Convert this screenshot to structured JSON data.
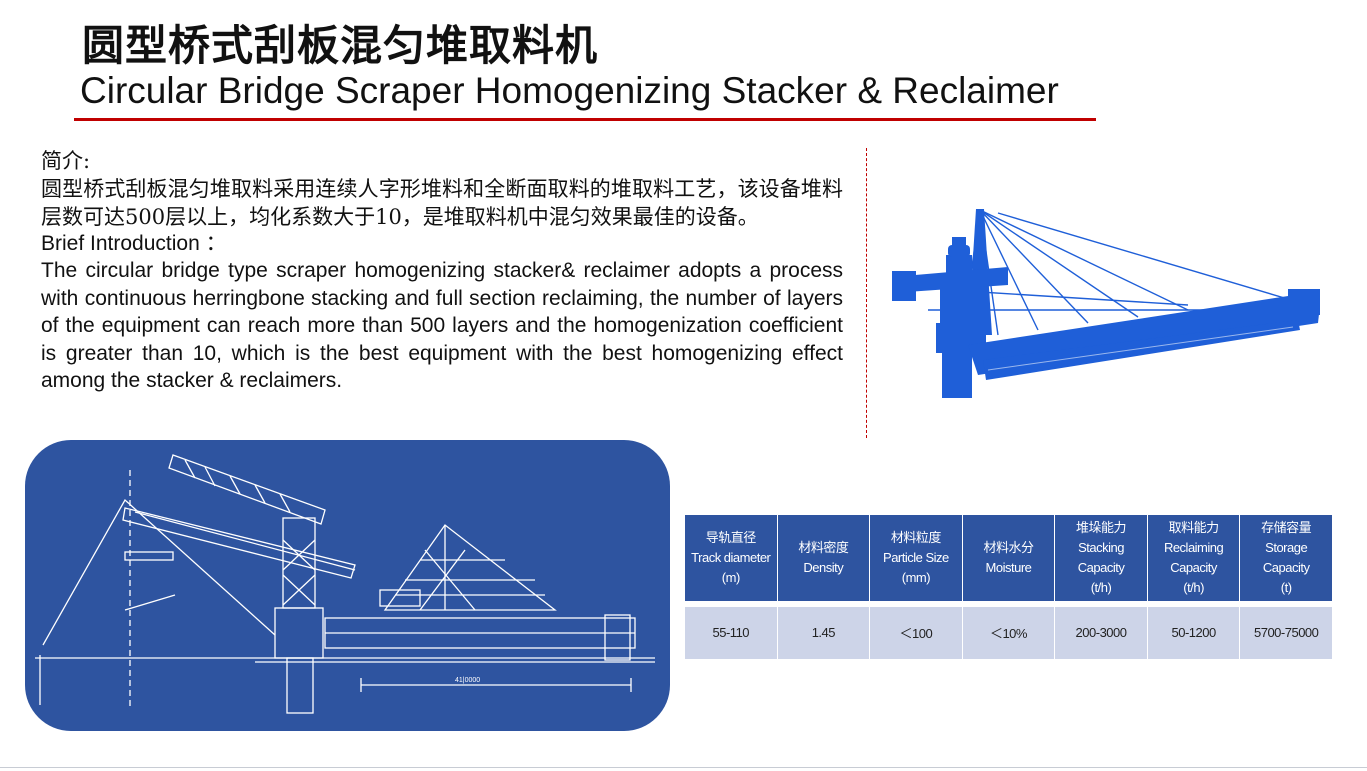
{
  "header": {
    "title_zh": "圆型桥式刮板混匀堆取料机",
    "title_en": "Circular Bridge Scraper Homogenizing Stacker & Reclaimer",
    "accent_color": "#c00000"
  },
  "intro": {
    "zh_heading": "简介:",
    "zh_body": "圆型桥式刮板混匀堆取料采用连续人字形堆料和全断面取料的堆取料工艺，该设备堆料层数可达500层以上，均化系数大于10，是堆取料机中混匀效果最佳的设备。",
    "en_heading": "Brief Introduction ：",
    "en_body": "The circular bridge type scraper homogenizing stacker& reclaimer adopts a process with continuous herringbone stacking and full section reclaiming, the number of layers of the equipment can reach more than 500 layers and the homogenization coefficient is greater than 10, which is the best equipment with the best homogenizing effect among the stacker & reclaimers."
  },
  "drawing": {
    "panel_color": "#2e54a0",
    "dimension_label": "41|0000"
  },
  "spec_table": {
    "header_color": "#2e54a0",
    "row_color": "#cdd4e8",
    "columns": [
      {
        "zh": "导轨直径",
        "en": "Track diameter",
        "unit": "(m)",
        "value": "55-110"
      },
      {
        "zh": "材料密度",
        "en": "Density",
        "unit": "",
        "value": "1.45"
      },
      {
        "zh": "材料粒度",
        "en": "Particle Size",
        "unit": "(mm)",
        "value": "＜100"
      },
      {
        "zh": "材料水分",
        "en": "Moisture",
        "unit": "",
        "value": "＜10%"
      },
      {
        "zh": "堆垛能力",
        "en": "Stacking Capacity",
        "unit": "(t/h)",
        "value": "200-3000"
      },
      {
        "zh": "取料能力",
        "en": "Reclaiming Capacity",
        "unit": "(t/h)",
        "value": "50-1200"
      },
      {
        "zh": "存储容量",
        "en": "Storage Capacity",
        "unit": "(t)",
        "value": "5700-75000"
      }
    ]
  }
}
